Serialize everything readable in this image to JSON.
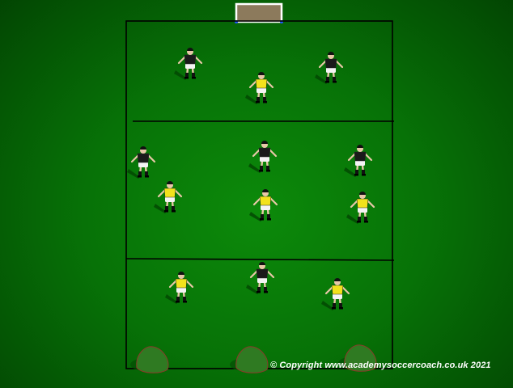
{
  "copyright": "© Copyright www.academysoccercoach.co.uk 2021",
  "colors": {
    "black_team_shirt": "#1a1a1a",
    "yellow_team_shirt": "#f2e21c",
    "shorts": "#f4f4f4",
    "lines": "#000000",
    "goal_net": "#8c7a5c",
    "cone_fill": "#2f7a22"
  },
  "players": [
    {
      "team": "black"
    },
    {
      "team": "yellow"
    },
    {
      "team": "black"
    },
    {
      "team": "black"
    },
    {
      "team": "black"
    },
    {
      "team": "black"
    },
    {
      "team": "yellow"
    },
    {
      "team": "yellow"
    },
    {
      "team": "yellow"
    },
    {
      "team": "yellow"
    },
    {
      "team": "black"
    },
    {
      "team": "yellow"
    }
  ],
  "cones_count": 3
}
